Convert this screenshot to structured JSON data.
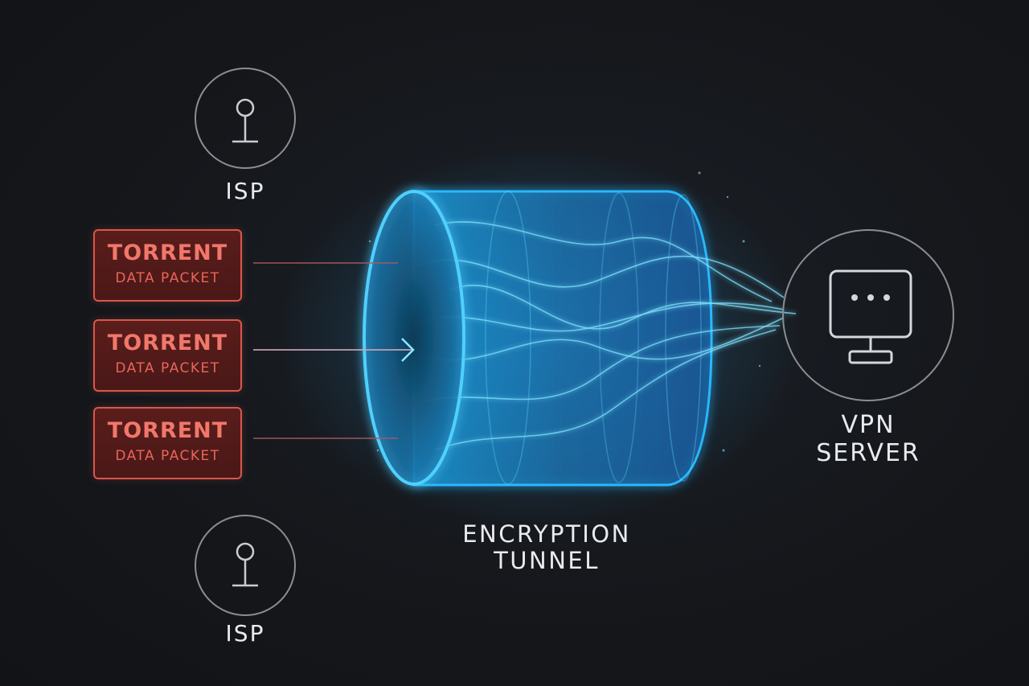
{
  "isp_top": {
    "label": "ISP",
    "icon": "isp-antenna-icon"
  },
  "isp_bottom": {
    "label": "ISP",
    "icon": "isp-antenna-icon"
  },
  "packets": [
    {
      "title": "TORRENT",
      "subtitle": "DATA PACKET"
    },
    {
      "title": "TORRENT",
      "subtitle": "DATA PACKET"
    },
    {
      "title": "TORRENT",
      "subtitle": "DATA PACKET"
    }
  ],
  "tunnel": {
    "line1": "ENCRYPTION",
    "line2": "TUNNEL"
  },
  "vpn_server": {
    "line1": "VPN",
    "line2": "SERVER",
    "icon": "monitor-icon"
  },
  "colors": {
    "background": "#15171b",
    "packet_border": "#d9574c",
    "packet_text": "#f2776b",
    "tunnel_glow": "#2ab8ff",
    "node_outline": "#8a8d92"
  }
}
